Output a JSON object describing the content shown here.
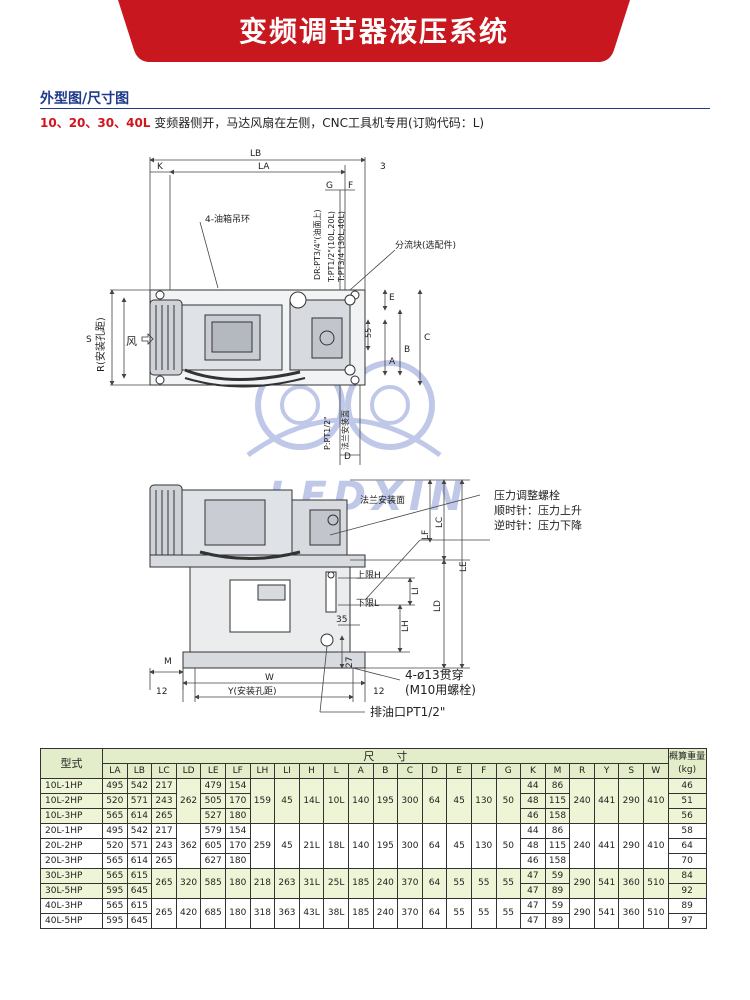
{
  "header": {
    "title": "变频调节器液压系统"
  },
  "section": {
    "title": "外型图/尺寸图",
    "models": "10、20、30、40L",
    "description": "变频器侧开，马达风扇在左侧，CNC工具机专用(订购代码：L)"
  },
  "drawing": {
    "colors": {
      "line": "#333333",
      "dim": "#444444",
      "motor": "#cfd3d8",
      "tank": "#ebecee",
      "watermark": "#8b9cd6"
    },
    "top_view": {
      "dims": [
        "LB",
        "LA",
        "K",
        "3",
        "G",
        "F",
        "S",
        "R(安装孔距)",
        "C",
        "B",
        "A",
        "55",
        "E",
        "D"
      ],
      "labels": [
        "4-油箱吊环",
        "风",
        "分流块(选配件)",
        "DR:PT3/4\"(油面上)",
        "T:PT1/2\"(10L,20L)",
        "T:PT3/4\"(30L,40L)",
        "P:PT1/2\"",
        "法兰安装面"
      ]
    },
    "side_view": {
      "dims": [
        "LC",
        "LF",
        "LE",
        "LD",
        "LI",
        "LH",
        "35",
        "M",
        "W",
        "27",
        "12",
        "12",
        "Y(安装孔距)"
      ],
      "labels": [
        "法兰安装面",
        "压力调整螺栓",
        "顺时针：压力上升",
        "逆时针：压力下降",
        "上限H",
        "下限L",
        "4-ø13贯穿",
        "(M10用螺栓)",
        "排油口PT1/2\""
      ]
    },
    "watermark": "LEDXIN"
  },
  "table": {
    "dim_header": "尺　　寸",
    "model_header": "型式",
    "weight_header": [
      "概算重量",
      "(kg)"
    ],
    "columns": [
      "LA",
      "LB",
      "LC",
      "LD",
      "LE",
      "LF",
      "LH",
      "LI",
      "H",
      "L",
      "A",
      "B",
      "C",
      "D",
      "E",
      "F",
      "G",
      "K",
      "M",
      "R",
      "Y",
      "S",
      "W"
    ],
    "rows": [
      {
        "model": "10L-1HP",
        "la": "495",
        "lb": "542",
        "lc": "217",
        "le": "479",
        "lf": "154",
        "k": "44",
        "m": "86",
        "wt": "46"
      },
      {
        "model": "10L-2HP",
        "la": "520",
        "lb": "571",
        "lc": "243",
        "le": "505",
        "lf": "170",
        "k": "48",
        "m": "115",
        "wt": "51"
      },
      {
        "model": "10L-3HP",
        "la": "565",
        "lb": "614",
        "lc": "265",
        "le": "527",
        "lf": "180",
        "k": "46",
        "m": "158",
        "wt": "56"
      },
      {
        "model": "20L-1HP",
        "la": "495",
        "lb": "542",
        "lc": "217",
        "le": "579",
        "lf": "154",
        "k": "44",
        "m": "86",
        "wt": "58"
      },
      {
        "model": "20L-2HP",
        "la": "520",
        "lb": "571",
        "lc": "243",
        "le": "605",
        "lf": "170",
        "k": "48",
        "m": "115",
        "wt": "64"
      },
      {
        "model": "20L-3HP",
        "la": "565",
        "lb": "614",
        "lc": "265",
        "le": "627",
        "lf": "180",
        "k": "46",
        "m": "158",
        "wt": "70"
      },
      {
        "model": "30L-3HP",
        "la": "565",
        "lb": "615",
        "k": "47",
        "m": "59",
        "wt": "84"
      },
      {
        "model": "30L-5HP",
        "la": "595",
        "lb": "645",
        "k": "47",
        "m": "89",
        "wt": "92"
      },
      {
        "model": "40L-3HP",
        "la": "565",
        "lb": "615",
        "k": "47",
        "m": "59",
        "wt": "89"
      },
      {
        "model": "40L-5HP",
        "la": "595",
        "lb": "645",
        "k": "47",
        "m": "89",
        "wt": "97"
      }
    ],
    "group10": {
      "ld": "262",
      "lh": "159",
      "li": "45",
      "h": "14L",
      "l": "10L",
      "a": "140",
      "b": "195",
      "c": "300",
      "d": "64",
      "e": "45",
      "f": "130",
      "g": "50",
      "r": "240",
      "y": "441",
      "s": "290",
      "w": "410"
    },
    "group20": {
      "ld": "362",
      "lh": "259",
      "li": "45",
      "h": "21L",
      "l": "18L",
      "a": "140",
      "b": "195",
      "c": "300",
      "d": "64",
      "e": "45",
      "f": "130",
      "g": "50",
      "r": "240",
      "y": "441",
      "s": "290",
      "w": "410"
    },
    "group30": {
      "lc": "265",
      "ld": "320",
      "le": "585",
      "lf": "180",
      "lh": "218",
      "li": "263",
      "h": "31L",
      "l": "25L",
      "a": "185",
      "b": "240",
      "c": "370",
      "d": "64",
      "e": "55",
      "f": "55",
      "g": "55",
      "r": "290",
      "y": "541",
      "s": "360",
      "w": "510"
    },
    "group40": {
      "lc": "265",
      "ld": "420",
      "le": "685",
      "lf": "180",
      "lh": "318",
      "li": "363",
      "h": "43L",
      "l": "38L",
      "a": "185",
      "b": "240",
      "c": "370",
      "d": "64",
      "e": "55",
      "f": "55",
      "g": "55",
      "r": "290",
      "y": "541",
      "s": "360",
      "w": "510"
    }
  }
}
